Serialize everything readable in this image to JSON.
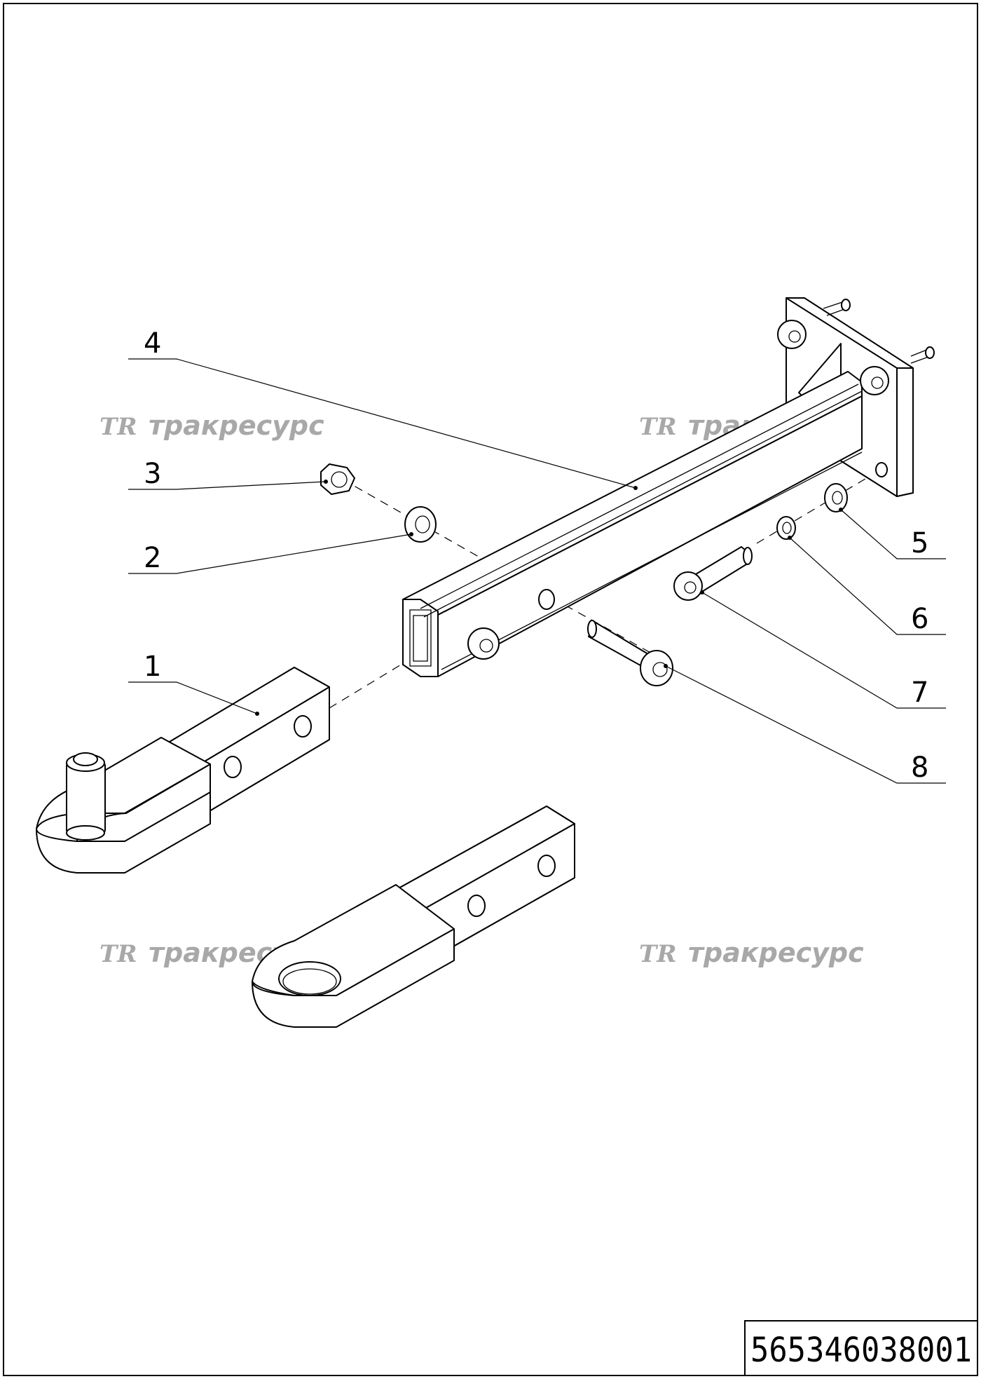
{
  "drawing": {
    "number": "565346038001"
  },
  "watermark": {
    "logo": "TR",
    "text": "тракресурс"
  },
  "callouts": [
    {
      "label": "1",
      "part": "drawbar-with-pin"
    },
    {
      "label": "2",
      "part": "washer"
    },
    {
      "label": "3",
      "part": "hex-nut"
    },
    {
      "label": "4",
      "part": "square-tube-bracket"
    },
    {
      "label": "5",
      "part": "flat-washer"
    },
    {
      "label": "6",
      "part": "spring-washer"
    },
    {
      "label": "7",
      "part": "socket-head-bolt-short"
    },
    {
      "label": "8",
      "part": "socket-head-bolt-long"
    }
  ]
}
